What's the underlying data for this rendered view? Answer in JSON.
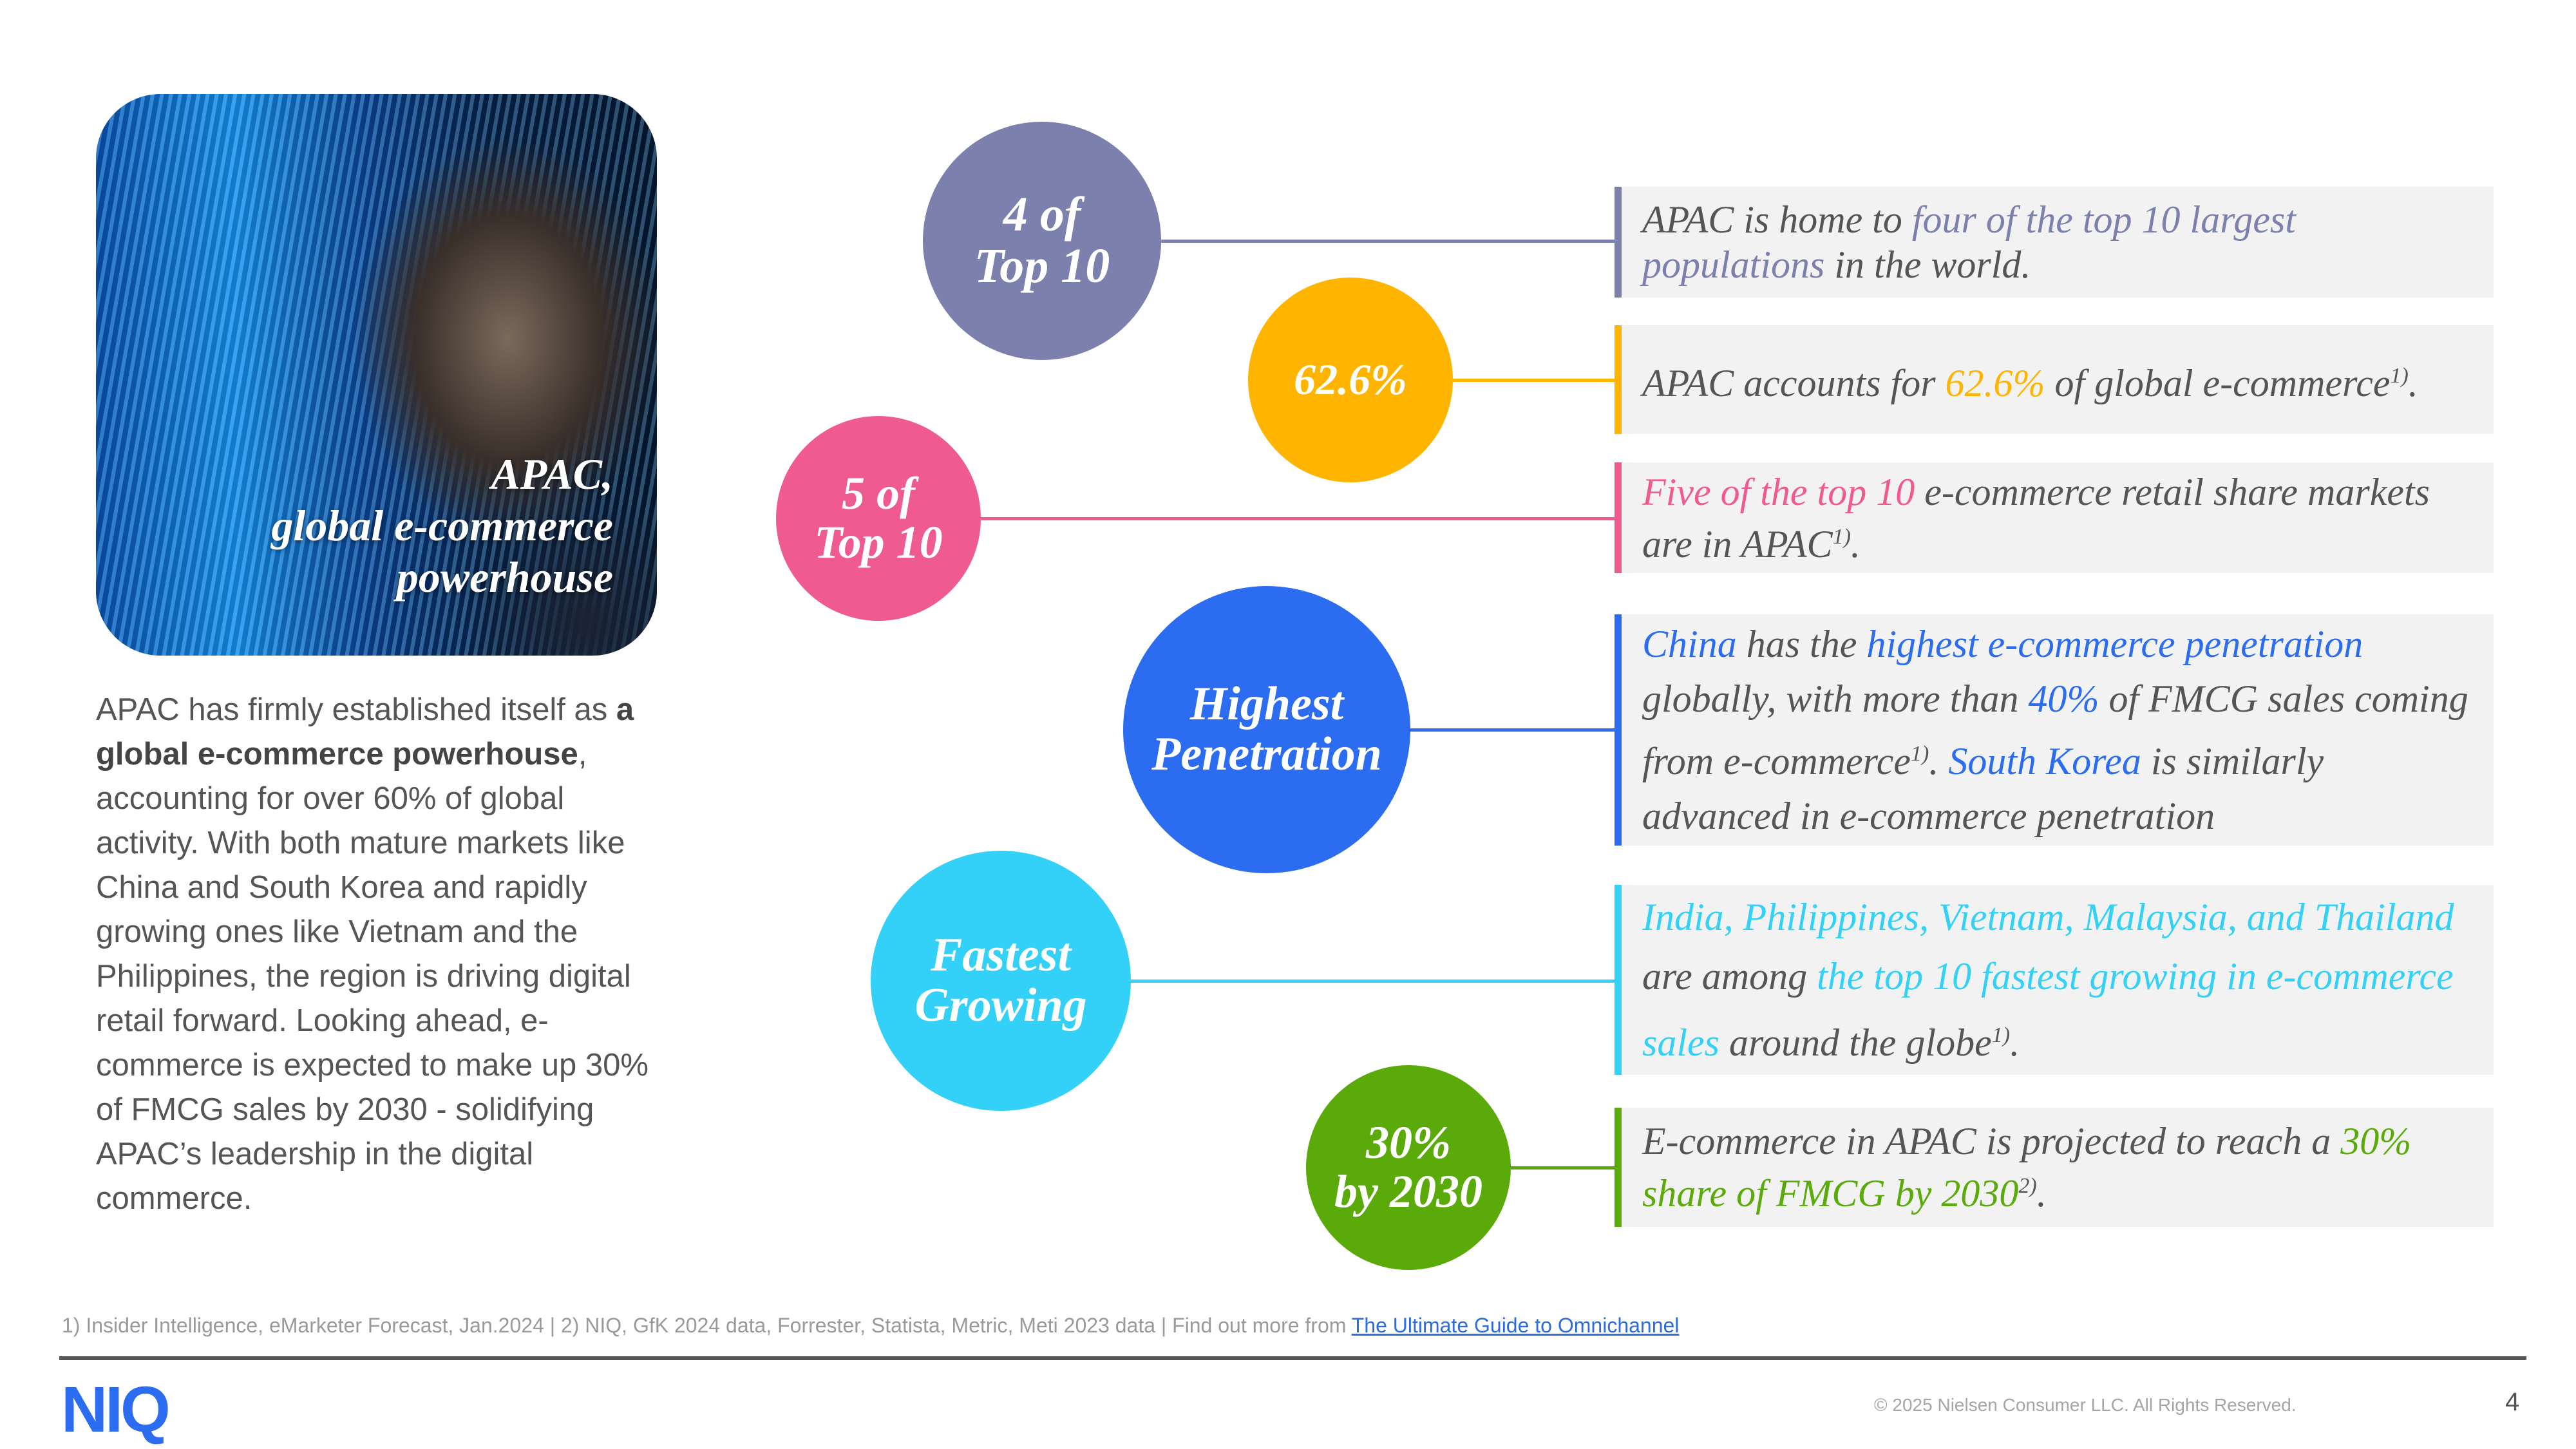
{
  "hero": {
    "caption_lines": [
      "APAC,",
      "global e-commerce",
      "powerhouse"
    ],
    "intro_pre": "APAC has firmly established itself as ",
    "intro_bold": "a global e-commerce powerhouse",
    "intro_post": ", accounting for over 60% of global activity. With both mature markets like China and South Korea and rapidly growing ones like Vietnam and the Philippines, the region is driving digital retail forward. Looking ahead, e-commerce is expected to make up 30% of FMCG sales by 2030 - solidifying APAC’s leadership in the digital commerce."
  },
  "facts": [
    {
      "name": "top10-populations",
      "circle_lines": [
        "4 of",
        "Top 10"
      ],
      "color": "#7b80ad",
      "segments": [
        {
          "t": "APAC is home to "
        },
        {
          "t": "four of the top 10 largest populations",
          "hl": true
        },
        {
          "t": " in the world."
        }
      ]
    },
    {
      "name": "global-ecommerce-share",
      "circle_lines": [
        "62.6%"
      ],
      "color": "#ffb400",
      "segments": [
        {
          "t": "APAC accounts for "
        },
        {
          "t": "62.6%",
          "hl": true
        },
        {
          "t": " of global e-commerce"
        },
        {
          "t": "1)",
          "sup": true
        },
        {
          "t": "."
        }
      ]
    },
    {
      "name": "top10-retail-markets",
      "circle_lines": [
        "5 of",
        "Top 10"
      ],
      "color": "#ef5a91",
      "segments": [
        {
          "t": "Five of the top 10",
          "hl": true
        },
        {
          "t": " e-commerce retail share markets are in APAC"
        },
        {
          "t": "1)",
          "sup": true
        },
        {
          "t": "."
        }
      ]
    },
    {
      "name": "highest-penetration",
      "circle_lines": [
        "Highest",
        "Penetration"
      ],
      "color": "#2b6cf0",
      "segments": [
        {
          "t": "China",
          "hl": true
        },
        {
          "t": " has the "
        },
        {
          "t": "highest e-commerce penetration",
          "hl": true
        },
        {
          "t": " globally, with more than "
        },
        {
          "t": "40%",
          "hl": true
        },
        {
          "t": " of FMCG sales coming from e-commerce"
        },
        {
          "t": "1)",
          "sup": true
        },
        {
          "t": ". "
        },
        {
          "t": "South Korea",
          "hl": true
        },
        {
          "t": " is similarly advanced in e-commerce penetration"
        }
      ]
    },
    {
      "name": "fastest-growing",
      "circle_lines": [
        "Fastest",
        "Growing"
      ],
      "color": "#33d1f7",
      "segments": [
        {
          "t": "India, Philippines, Vietnam, Malaysia, and Thailand",
          "hl": true
        },
        {
          "t": " are among "
        },
        {
          "t": "the top 10 fastest growing in e-commerce sales",
          "hl": true
        },
        {
          "t": " around the globe"
        },
        {
          "t": "1)",
          "sup": true
        },
        {
          "t": "."
        }
      ]
    },
    {
      "name": "fmcg-2030",
      "circle_lines": [
        "30%",
        "by 2030"
      ],
      "color": "#5aab0a",
      "segments": [
        {
          "t": "E-commerce in APAC is projected to reach a "
        },
        {
          "t": "30% share of FMCG by 2030",
          "hl": true
        },
        {
          "t": "2)",
          "sup": true
        },
        {
          "t": "."
        }
      ]
    }
  ],
  "footer": {
    "sources": "1) Insider Intelligence, eMarketer Forecast, Jan.2024 | 2) NIQ, GfK 2024 data, Forrester, Statista, Metric, Meti 2023 data | Find out more from ",
    "link": "The Ultimate Guide to Omnichannel",
    "logo": "NIQ",
    "copyright": "© 2025 Nielsen Consumer LLC. All Rights Reserved.",
    "page": "4"
  }
}
